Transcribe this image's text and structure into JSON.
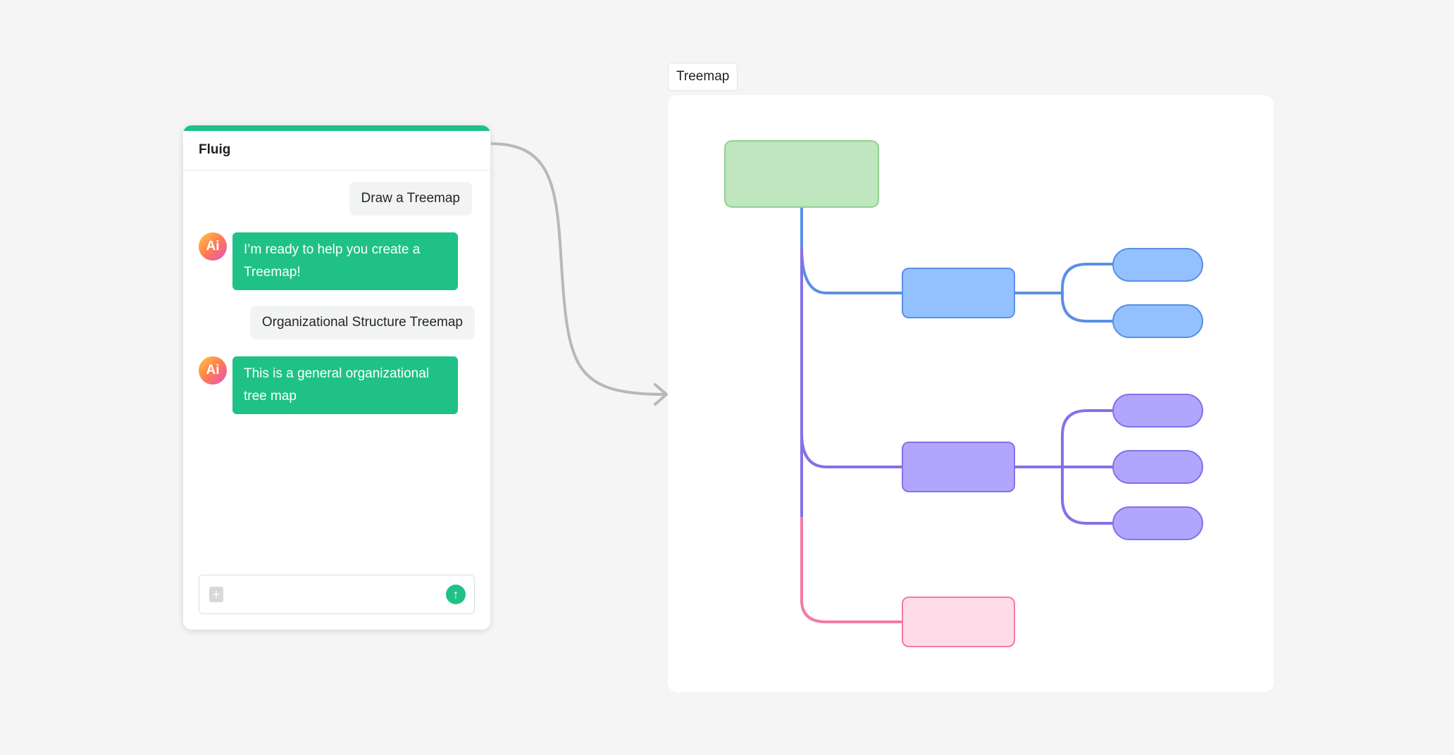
{
  "chat": {
    "title": "Fluig",
    "messages": [
      {
        "role": "user",
        "text": "Draw a Treemap"
      },
      {
        "role": "ai",
        "avatar": "Ai",
        "text": "I’m ready to help you create a Treemap!"
      },
      {
        "role": "user",
        "text": "Organizational Structure Treemap"
      },
      {
        "role": "ai",
        "avatar": "Ai",
        "text": "This is a general organizational tree map"
      }
    ],
    "input": {
      "value": "",
      "attach_icon": "attach-file-icon",
      "send_icon": "send-arrow-up-icon"
    }
  },
  "canvas": {
    "label": "Treemap"
  },
  "colors": {
    "accent": "#1fc187",
    "root_fill": "#bfe6bf",
    "root_stroke": "#93cf93",
    "blue_fill": "#93c1ff",
    "blue_stroke": "#5a8fe6",
    "purple_fill": "#b1a6fd",
    "purple_stroke": "#8570ea",
    "pink_fill": "#ffdce7",
    "pink_stroke": "#f47aa4"
  }
}
